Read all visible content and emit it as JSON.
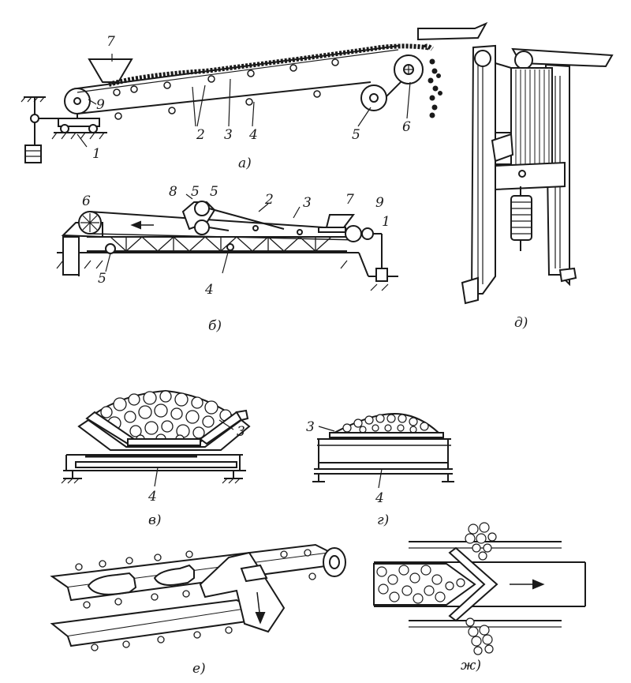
{
  "figure": {
    "ink_color": "#1a1a1a",
    "paper_color": "#ffffff",
    "panels": {
      "a": {
        "caption": "а)",
        "labels": {
          "n7": "7",
          "n9": "9",
          "n1": "1",
          "n2": "2",
          "n3": "3",
          "n4": "4",
          "n5": "5",
          "n6": "6"
        }
      },
      "b": {
        "caption": "б)",
        "labels": {
          "n6": "6",
          "n8": "8",
          "n5a": "5",
          "n5b": "5",
          "n2": "2",
          "n3": "3",
          "n7": "7",
          "n9": "9",
          "n1": "1",
          "n5c": "5",
          "n4": "4"
        }
      },
      "v": {
        "caption": "в)",
        "labels": {
          "n3": "3",
          "n4": "4"
        }
      },
      "g": {
        "caption": "г)",
        "labels": {
          "n3": "3",
          "n4": "4"
        }
      },
      "d": {
        "caption": "д)"
      },
      "e": {
        "caption": "е)"
      },
      "zh": {
        "caption": "ж)"
      }
    }
  }
}
